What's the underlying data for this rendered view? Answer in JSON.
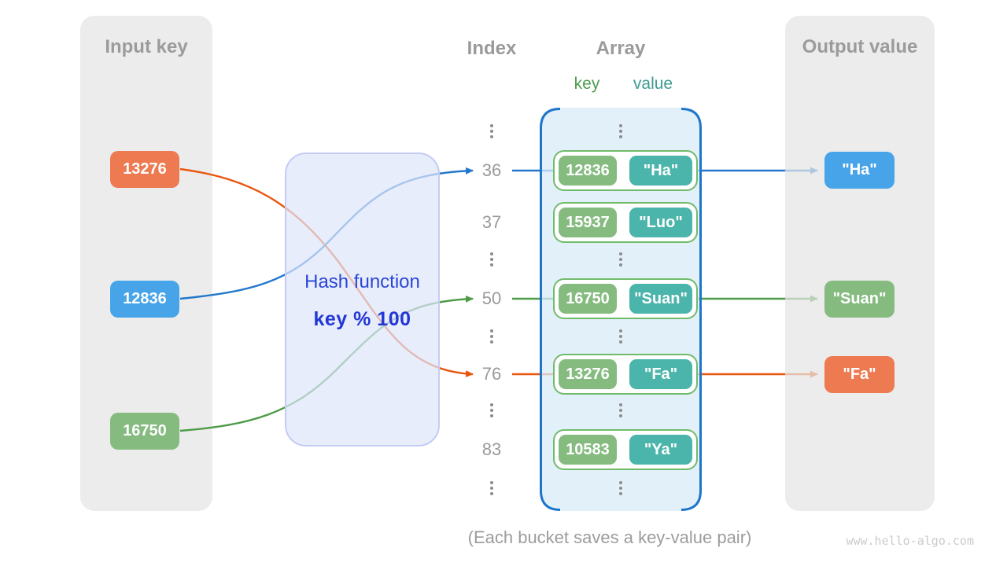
{
  "header": {
    "input_title": "Input key",
    "index_title": "Index",
    "array_title": "Array",
    "output_title": "Output value",
    "key_header": "key",
    "value_header": "value"
  },
  "input_keys": [
    {
      "label": "13276",
      "color": "#ED7A50"
    },
    {
      "label": "12836",
      "color": "#47A4E8"
    },
    {
      "label": "16750",
      "color": "#85BB7F"
    }
  ],
  "hash_function": {
    "label": "Hash function",
    "formula": "key % 100"
  },
  "index_rows": [
    "36",
    "37",
    "50",
    "76",
    "83"
  ],
  "buckets": [
    {
      "key": "12836",
      "value": "\"Ha\""
    },
    {
      "key": "15937",
      "value": "\"Luo\""
    },
    {
      "key": "16750",
      "value": "\"Suan\""
    },
    {
      "key": "13276",
      "value": "\"Fa\""
    },
    {
      "key": "10583",
      "value": "\"Ya\""
    }
  ],
  "output_values": [
    {
      "label": "\"Ha\"",
      "color": "#47A4E8"
    },
    {
      "label": "\"Suan\"",
      "color": "#85BB7F"
    },
    {
      "label": "\"Fa\"",
      "color": "#ED7A50"
    }
  ],
  "caption": "(Each bucket saves a key-value pair)",
  "watermark": "www.hello-algo.com",
  "colors": {
    "arrow_blue": "#2478CC",
    "arrow_green": "#4E9B47",
    "arrow_orange": "#E8560F",
    "hash_box_border": "#C4CCF5",
    "array_border": "#1E76CB",
    "bucket_border": "#70BB6A",
    "panel_gray": "#ECECEC"
  }
}
